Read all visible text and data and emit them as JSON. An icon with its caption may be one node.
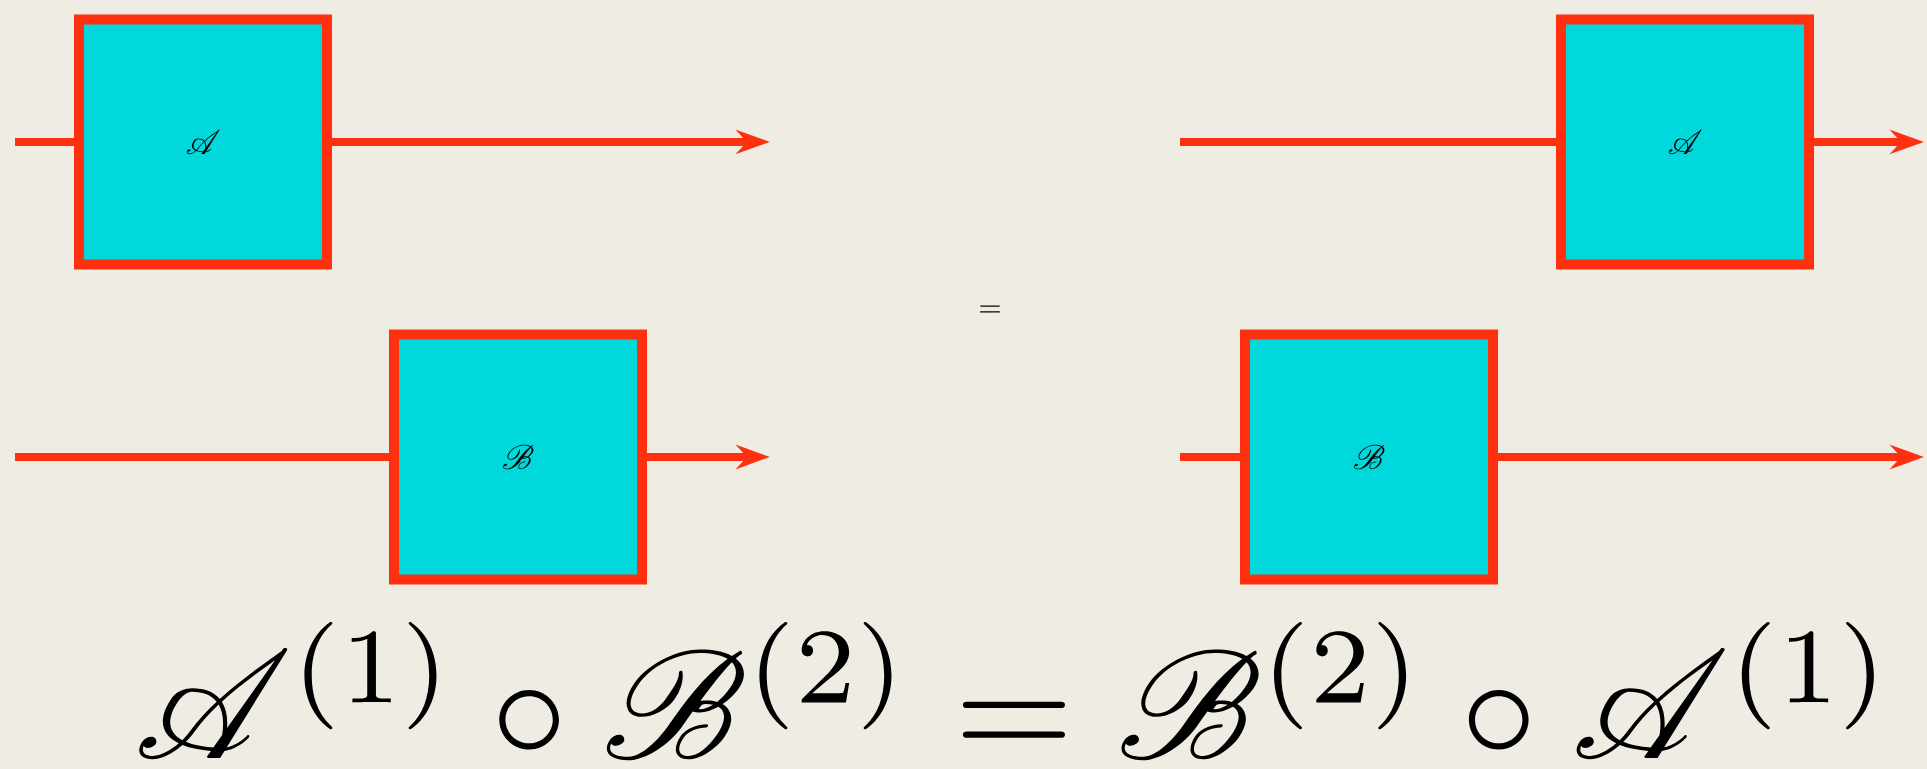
{
  "diagram": {
    "nodes": [
      {
        "text": [
          "\\mathscr{A}"
        ]
      },
      {
        "text": [
          "\\mathscr{A}"
        ]
      },
      {
        "text": [
          "\\mathscr{B}"
        ]
      },
      {
        "text": [
          "\\mathscr{B}"
        ]
      }
    ],
    "edges": [
      {
        "from": null,
        "to": 0,
        "arrow": "none"
      },
      {
        "from": 0,
        "to": null,
        "arrow": "to"
      },
      {
        "from": null,
        "to": 2,
        "arrow": "none"
      },
      {
        "from": 2,
        "to": null,
        "arrow": "to"
      },
      {
        "from": null,
        "to": 1,
        "arrow": "none"
      },
      {
        "from": 1,
        "to": null,
        "arrow": "to"
      },
      {
        "from": null,
        "to": 3,
        "arrow": "none"
      },
      {
        "from": 3,
        "to": null,
        "arrow": "to"
      }
    ],
    "labels": [
      "=",
      "\\mathscr{A}^{(1)} \\circ \\mathscr{B}^{(2)} = \\mathscr{B}^{(2)} \\circ \\mathscr{A}^{(1)}"
    ]
  }
}
